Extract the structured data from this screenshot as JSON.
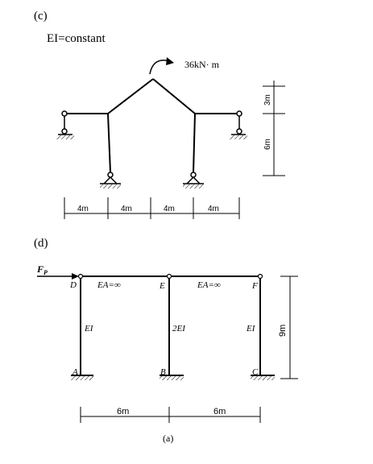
{
  "panel_c": {
    "tag": "(c)",
    "note": "EI=constant",
    "moment_label": "36kN· m",
    "spans": [
      "4m",
      "4m",
      "4m",
      "4m"
    ],
    "dim_upper": "3m",
    "dim_lower": "6m"
  },
  "panel_d": {
    "tag": "(d)",
    "force_label": "F",
    "force_sub": "P",
    "beam_left": "EA=∞",
    "beam_right": "EA=∞",
    "nodes": {
      "D": "D",
      "E": "E",
      "F": "F",
      "A": "A",
      "B": "B",
      "C": "C"
    },
    "col_left": "EI",
    "col_mid": "2EI",
    "col_right": "EI",
    "spans": [
      "6m",
      "6m"
    ],
    "height": "9m",
    "caption": "(a)"
  }
}
